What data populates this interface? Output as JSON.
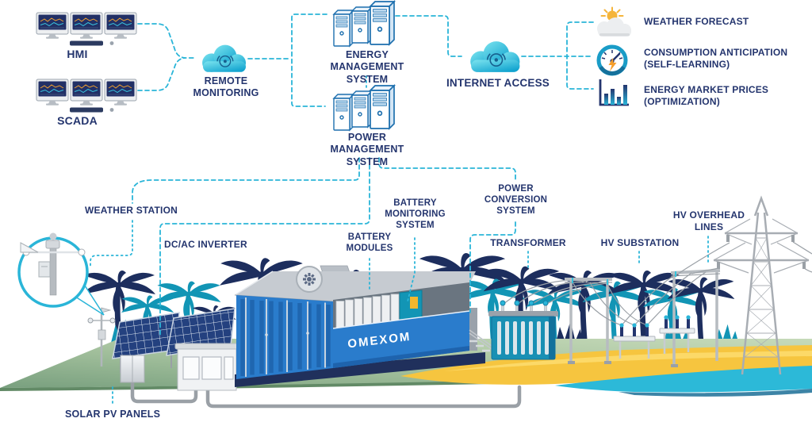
{
  "labels": {
    "hmi": "HMI",
    "scada": "SCADA",
    "remote_monitoring": "REMOTE MONITORING",
    "energy_management_system": "ENERGY MANAGEMENT SYSTEM",
    "power_management_system": "POWER MANAGEMENT SYSTEM",
    "internet_access": "INTERNET ACCESS",
    "weather_forecast": "WEATHER FORECAST",
    "consumption_anticipation": "CONSUMPTION ANTICIPATION",
    "consumption_anticipation_sub": "(SELF-LEARNING)",
    "energy_market_prices": "ENERGY MARKET PRICES",
    "energy_market_prices_sub": "(OPTIMIZATION)",
    "weather_station": "WEATHER STATION",
    "dc_ac_inverter": "DC/AC INVERTER",
    "battery_modules": "BATTERY MODULES",
    "battery_monitoring_system": "BATTERY MONITORING SYSTEM",
    "power_conversion_system": "POWER CONVERSION SYSTEM",
    "transformer": "TRANSFORMER",
    "hv_substation": "HV SUBSTATION",
    "hv_overhead_lines": "HV OVERHEAD LINES",
    "solar_pv_panels": "SOLAR PV PANELS",
    "building_logo": "OMEXOM"
  },
  "icons": {
    "hmi": "triple-monitor-icon",
    "scada": "triple-monitor-icon",
    "remote_monitoring": "cloud-signal-icon",
    "energy_management_system": "server-rack-icon",
    "power_management_system": "server-rack-icon",
    "internet_access": "cloud-signal-icon",
    "weather_forecast": "sun-cloud-icon",
    "consumption_anticipation": "gauge-lightning-icon",
    "energy_market_prices": "bar-chart-icon"
  },
  "colors": {
    "text_navy": "#24356e",
    "connector_cyan": "#2ab5d8",
    "cloud_cyan_light": "#7ce4ef",
    "cloud_cyan_dark": "#11a3cf",
    "container_blue": "#2a7ccc",
    "palm_navy": "#1d2e5e",
    "palm_teal": "#1295b5",
    "grass_green": "#a8c4a0",
    "sand_yellow": "#f6c53f",
    "water_cyan": "#2cb9d8",
    "accent_yellow": "#f2b72e"
  }
}
